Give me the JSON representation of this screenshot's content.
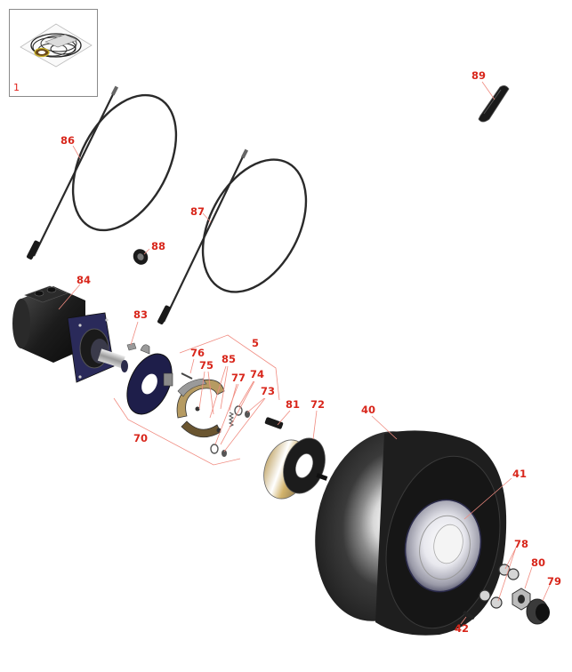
{
  "diagram": {
    "type": "exploded-parts-view",
    "subject": "hydraulic wheel motor, brake and tire assembly",
    "label_color": "#d8261b",
    "leader_color": "#f08b80"
  },
  "thumbnail": {
    "label": "1",
    "description": "seal kit (o-rings and gaskets)"
  },
  "callouts": [
    {
      "id": "86",
      "label": "86",
      "part": "hydraulic-hose-1"
    },
    {
      "id": "87",
      "label": "87",
      "part": "hydraulic-hose-2"
    },
    {
      "id": "88",
      "label": "88",
      "part": "grommet"
    },
    {
      "id": "89",
      "label": "89",
      "part": "key"
    },
    {
      "id": "84",
      "label": "84",
      "part": "wheel-motor"
    },
    {
      "id": "83",
      "label": "83",
      "part": "woodruff-key"
    },
    {
      "id": "5",
      "label": "5",
      "part": "brake-assembly-group"
    },
    {
      "id": "76",
      "label": "76",
      "part": "bolt"
    },
    {
      "id": "75",
      "label": "75",
      "part": "brake-shoe"
    },
    {
      "id": "85",
      "label": "85",
      "part": "cam-lever"
    },
    {
      "id": "77",
      "label": "77",
      "part": "spring"
    },
    {
      "id": "74",
      "label": "74",
      "part": "spring-washer"
    },
    {
      "id": "73",
      "label": "73",
      "part": "nut"
    },
    {
      "id": "70",
      "label": "70",
      "part": "backing-plate"
    },
    {
      "id": "81",
      "label": "81",
      "part": "wheel-stud"
    },
    {
      "id": "72",
      "label": "72",
      "part": "brake-drum"
    },
    {
      "id": "40",
      "label": "40",
      "part": "tire"
    },
    {
      "id": "41",
      "label": "41",
      "part": "wheel-rim"
    },
    {
      "id": "78",
      "label": "78",
      "part": "lug-nut"
    },
    {
      "id": "80",
      "label": "80",
      "part": "hub-nut"
    },
    {
      "id": "79",
      "label": "79",
      "part": "hub-cap"
    },
    {
      "id": "42",
      "label": "42",
      "part": "valve-stem"
    }
  ]
}
